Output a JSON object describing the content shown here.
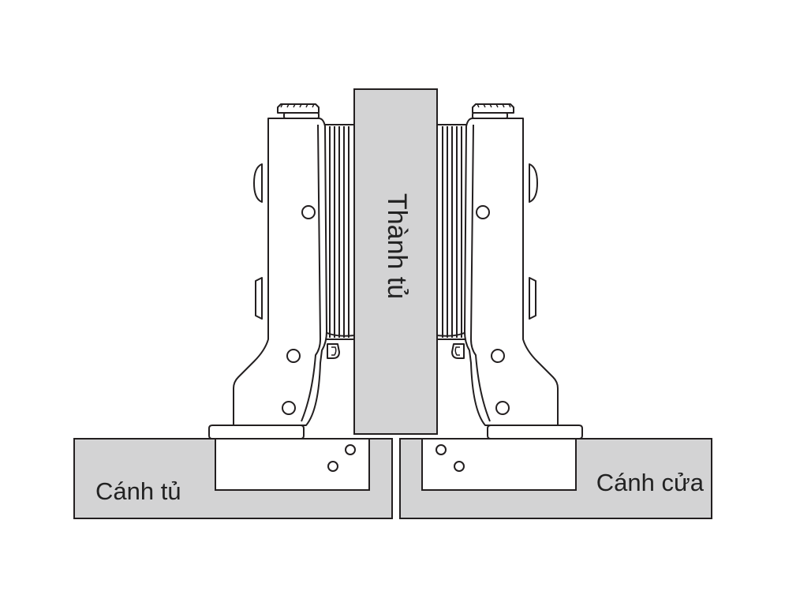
{
  "labels": {
    "cabinet_side": "Thành tủ",
    "left_panel": "Cánh tủ",
    "right_panel": "Cánh cửa"
  },
  "colors": {
    "panel_fill": "#d3d3d4",
    "hinge_fill": "#ffffff",
    "stroke": "#231f20",
    "text": "#222222"
  }
}
